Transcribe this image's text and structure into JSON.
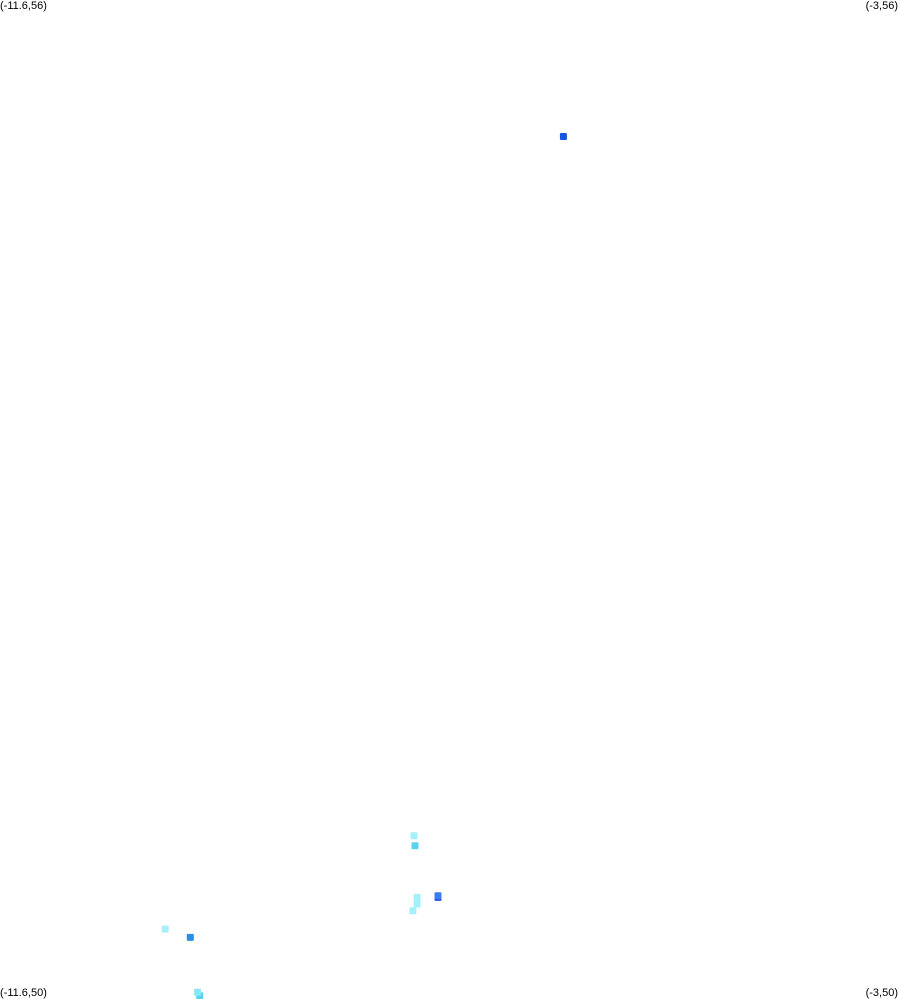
{
  "corners": {
    "top_left": "(-11.6,56)",
    "top_right": "(-3,56)",
    "bottom_left": "(-11.6,50)",
    "bottom_right": "(-3,50)"
  },
  "bounds": {
    "lon_min": -11.6,
    "lon_max": -3,
    "lat_min": 50,
    "lat_max": 56
  },
  "points": [
    {
      "lon": -6.21,
      "lat": 55.18,
      "color": "#1756e0"
    },
    {
      "lon": -7.64,
      "lat": 50.98,
      "color": "#a6f0fb"
    },
    {
      "lon": -7.63,
      "lat": 50.92,
      "color": "#5ad2ee"
    },
    {
      "lon": -7.41,
      "lat": 50.61,
      "color": "#1f4fe0"
    },
    {
      "lon": -7.41,
      "lat": 50.62,
      "color": "#3c7cf2"
    },
    {
      "lon": -7.61,
      "lat": 50.61,
      "color": "#a6f0fb"
    },
    {
      "lon": -7.61,
      "lat": 50.57,
      "color": "#a6f0fb"
    },
    {
      "lon": -7.65,
      "lat": 50.53,
      "color": "#a6f0fb"
    },
    {
      "lon": -10.02,
      "lat": 50.42,
      "color": "#a6f0fb"
    },
    {
      "lon": -9.78,
      "lat": 50.37,
      "color": "#2c8ce8"
    },
    {
      "lon": -9.69,
      "lat": 50.02,
      "color": "#5ad2ee"
    },
    {
      "lon": -9.71,
      "lat": 50.04,
      "color": "#8de6f6"
    }
  ]
}
